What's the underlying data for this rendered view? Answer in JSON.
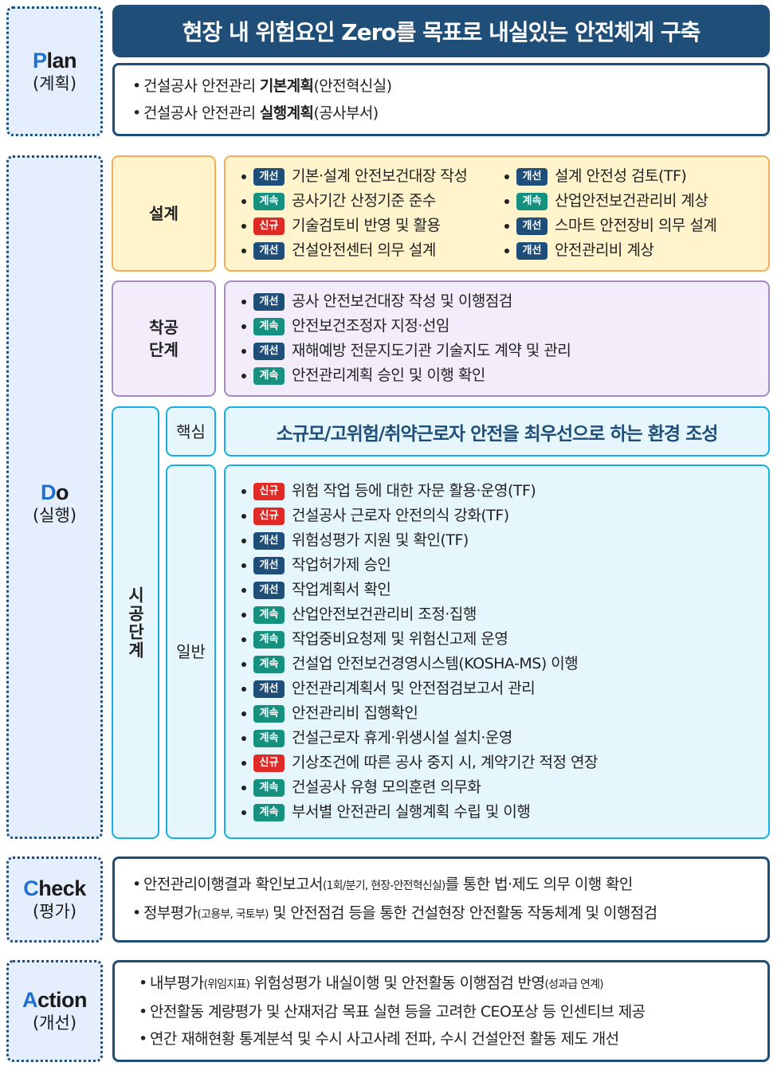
{
  "goal": "현장 내 위험요인 Zero를 목표로 내실있는 안전체계 구축",
  "badge_colors": {
    "개선": "#1f4e79",
    "계속": "#16917f",
    "신규": "#e02a25"
  },
  "plan": {
    "initial": "P",
    "rest": "lan",
    "sub": "(계획)",
    "lines": [
      {
        "pre": "건설공사 안전관리 ",
        "bold": "기본계획",
        "post": "(안전혁신실)"
      },
      {
        "pre": "건설공사 안전관리 ",
        "bold": "실행계획",
        "post": "(공사부서)"
      }
    ]
  },
  "do": {
    "initial": "D",
    "rest": "o",
    "sub": "(실행)",
    "design": {
      "label": "설계",
      "left": [
        {
          "badge": "개선",
          "text": "기본·설계 안전보건대장 작성"
        },
        {
          "badge": "계속",
          "text": "공사기간 산정기준 준수"
        },
        {
          "badge": "신규",
          "text": "기술검토비 반영 및 활용"
        },
        {
          "badge": "개선",
          "text": "건설안전센터 의무 설계"
        }
      ],
      "right": [
        {
          "badge": "개선",
          "text": "설계 안전성 검토(TF)"
        },
        {
          "badge": "계속",
          "text": "산업안전보건관리비 계상"
        },
        {
          "badge": "개선",
          "text": "스마트 안전장비 의무 설계"
        },
        {
          "badge": "개선",
          "text": "안전관리비 계상"
        }
      ]
    },
    "start": {
      "label_line1": "착공",
      "label_line2": "단계",
      "items": [
        {
          "badge": "개선",
          "text": "공사 안전보건대장 작성 및 이행점검"
        },
        {
          "badge": "계속",
          "text": "안전보건조정자 지정·선임"
        },
        {
          "badge": "개선",
          "text": "재해예방 전문지도기관 기술지도 계약 및 관리"
        },
        {
          "badge": "계속",
          "text": "안전관리계획 승인 및 이행 확인"
        }
      ]
    },
    "construction": {
      "label": "시공단계",
      "core_label": "핵심",
      "core_text": "소규모/고위험/취약근로자 안전을 최우선으로 하는 환경 조성",
      "general_label": "일반",
      "items": [
        {
          "badge": "신규",
          "text": "위험 작업 등에 대한 자문 활용·운영(TF)"
        },
        {
          "badge": "신규",
          "text": "건설공사 근로자 안전의식 강화(TF)"
        },
        {
          "badge": "개선",
          "text": "위험성평가 지원 및 확인(TF)"
        },
        {
          "badge": "개선",
          "text": "작업허가제 승인"
        },
        {
          "badge": "개선",
          "text": "작업계획서 확인"
        },
        {
          "badge": "계속",
          "text": "산업안전보건관리비 조정·집행"
        },
        {
          "badge": "계속",
          "text": "작업중비요청제 및 위험신고제 운영"
        },
        {
          "badge": "계속",
          "text": "건설업 안전보건경영시스템(KOSHA-MS) 이행"
        },
        {
          "badge": "개선",
          "text": "안전관리계획서 및 안전점검보고서 관리"
        },
        {
          "badge": "계속",
          "text": "안전관리비 집행확인"
        },
        {
          "badge": "계속",
          "text": "건설근로자 휴게·위생시설 설치·운영"
        },
        {
          "badge": "신규",
          "text": "기상조건에 따른 공사 중지 시, 계약기간 적정 연장"
        },
        {
          "badge": "계속",
          "text": "건설공사 유형 모의훈련 의무화"
        },
        {
          "badge": "계속",
          "text": "부서별 안전관리 실행계획 수립 및 이행"
        }
      ]
    }
  },
  "check": {
    "initial": "C",
    "rest": "heck",
    "sub": "(평가)",
    "lines": [
      {
        "pre": "안전관리이행결과 확인보고서",
        "small": "(1회/분기, 현장-안전혁신실)",
        "post": "를 통한 법·제도 의무 이행 확인"
      },
      {
        "pre": "정부평가",
        "small": "(고용부, 국토부)",
        "post": " 및 안전점검 등을 통한 건설현장 안전활동 작동체계 및 이행점검"
      }
    ]
  },
  "action": {
    "initial": "A",
    "rest": "ction",
    "sub": "(개선)",
    "lines": [
      {
        "pre": "내부평가",
        "small": "(위임지표)",
        "post": " 위험성평가 내실이행 및 안전활동 이행점검 반영",
        "small2": "(성과급 연계)"
      },
      {
        "pre": "안전활동 계량평가 및 산재저감 목표 실현 등을 고려한 CEO포상 등 인센티브 제공"
      },
      {
        "pre": "연간 재해현황 통계분석 및 수시 사고사례 전파, 수시 건설안전 활동 제도 개선"
      }
    ]
  }
}
